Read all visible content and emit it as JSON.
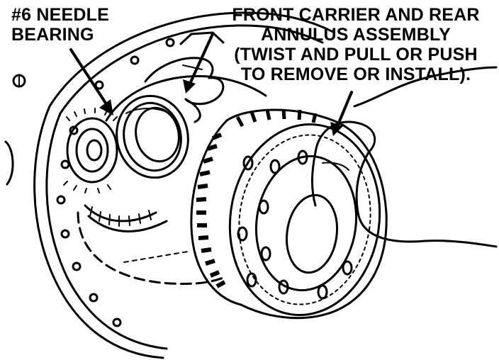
{
  "figure": {
    "label_needle_bearing": [
      "#6 NEEDLE",
      "BEARING"
    ],
    "label_carrier": [
      "FRONT CARRIER AND REAR",
      "ANNULUS ASSEMBLY",
      "(TWIST AND PULL OR PUSH",
      "TO REMOVE OR INSTALL)."
    ],
    "colors": {
      "ink": "#000000",
      "paper": "#ffffff"
    }
  }
}
